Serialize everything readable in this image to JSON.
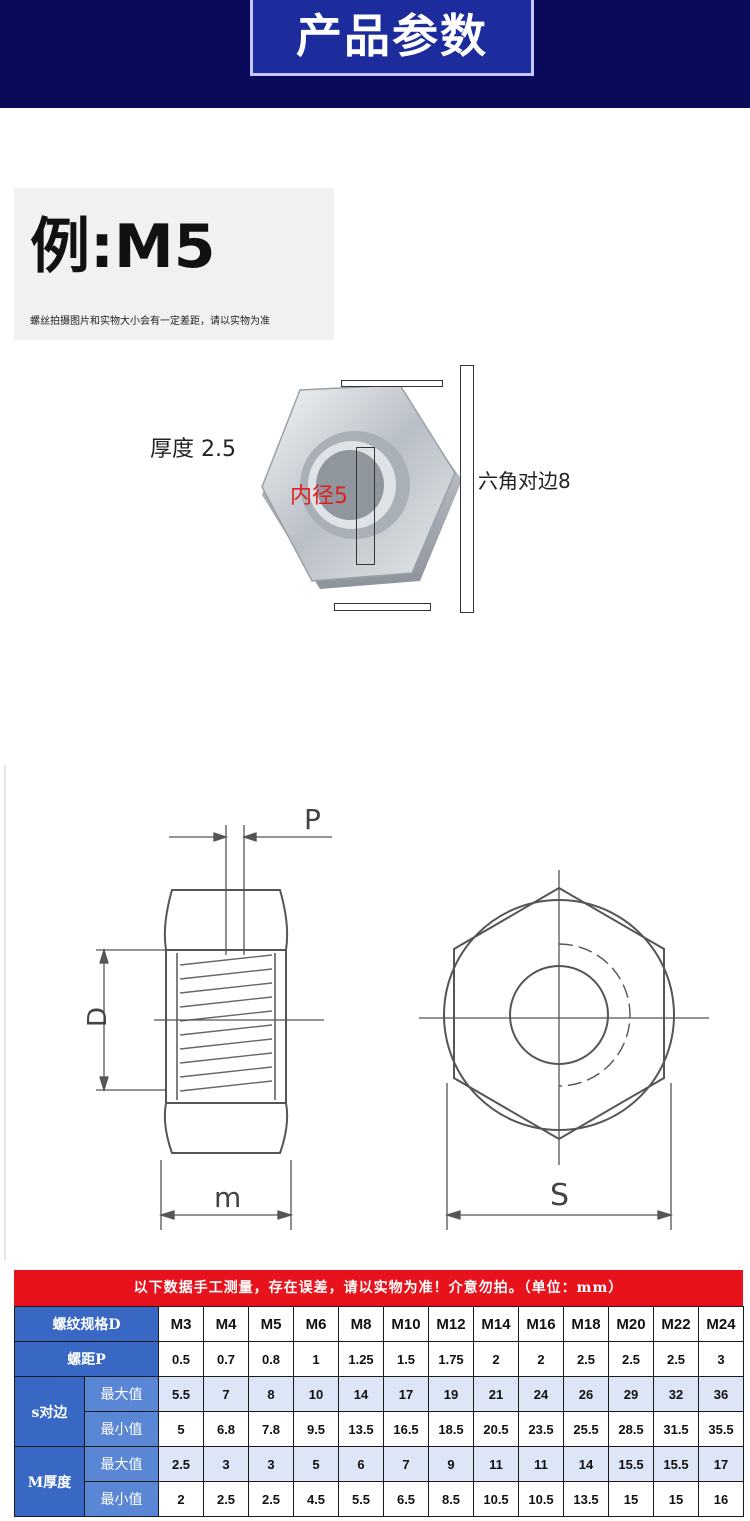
{
  "header": {
    "title": "产品参数"
  },
  "example": {
    "title": "例:M5",
    "note": "螺丝拍摄图片和实物大小会有一定差距，请以实物为准"
  },
  "photo": {
    "thickness_label": "厚度 2.5",
    "inner_label": "内径5",
    "across_flats_label": "六角对边8"
  },
  "drawing": {
    "pitch_label": "P",
    "diameter_label": "D",
    "thickness_label": "m",
    "across_flats_label": "S"
  },
  "spec_table": {
    "banner": "以下数据手工测量，存在误差，请以实物为准！介意勿拍。（单位：mm）",
    "row_thread_label": "螺纹规格D",
    "row_pitch_label": "螺距P",
    "group_s_label": "s对边",
    "group_m_label": "M厚度",
    "max_label": "最大值",
    "min_label": "最小值",
    "sizes": [
      "M3",
      "M4",
      "M5",
      "M6",
      "M8",
      "M10",
      "M12",
      "M14",
      "M16",
      "M18",
      "M20",
      "M22",
      "M24"
    ],
    "pitch": [
      "0.5",
      "0.7",
      "0.8",
      "1",
      "1.25",
      "1.5",
      "1.75",
      "2",
      "2",
      "2.5",
      "2.5",
      "2.5",
      "3"
    ],
    "s_max": [
      "5.5",
      "7",
      "8",
      "10",
      "14",
      "17",
      "19",
      "21",
      "24",
      "26",
      "29",
      "32",
      "36"
    ],
    "s_min": [
      "5",
      "6.8",
      "7.8",
      "9.5",
      "13.5",
      "16.5",
      "18.5",
      "20.5",
      "23.5",
      "25.5",
      "28.5",
      "31.5",
      "35.5"
    ],
    "m_max": [
      "2.5",
      "3",
      "3",
      "5",
      "6",
      "7",
      "9",
      "11",
      "11",
      "14",
      "15.5",
      "15.5",
      "17"
    ],
    "m_min": [
      "2",
      "2.5",
      "2.5",
      "4.5",
      "5.5",
      "6.5",
      "8.5",
      "10.5",
      "10.5",
      "13.5",
      "15",
      "15",
      "16"
    ]
  }
}
